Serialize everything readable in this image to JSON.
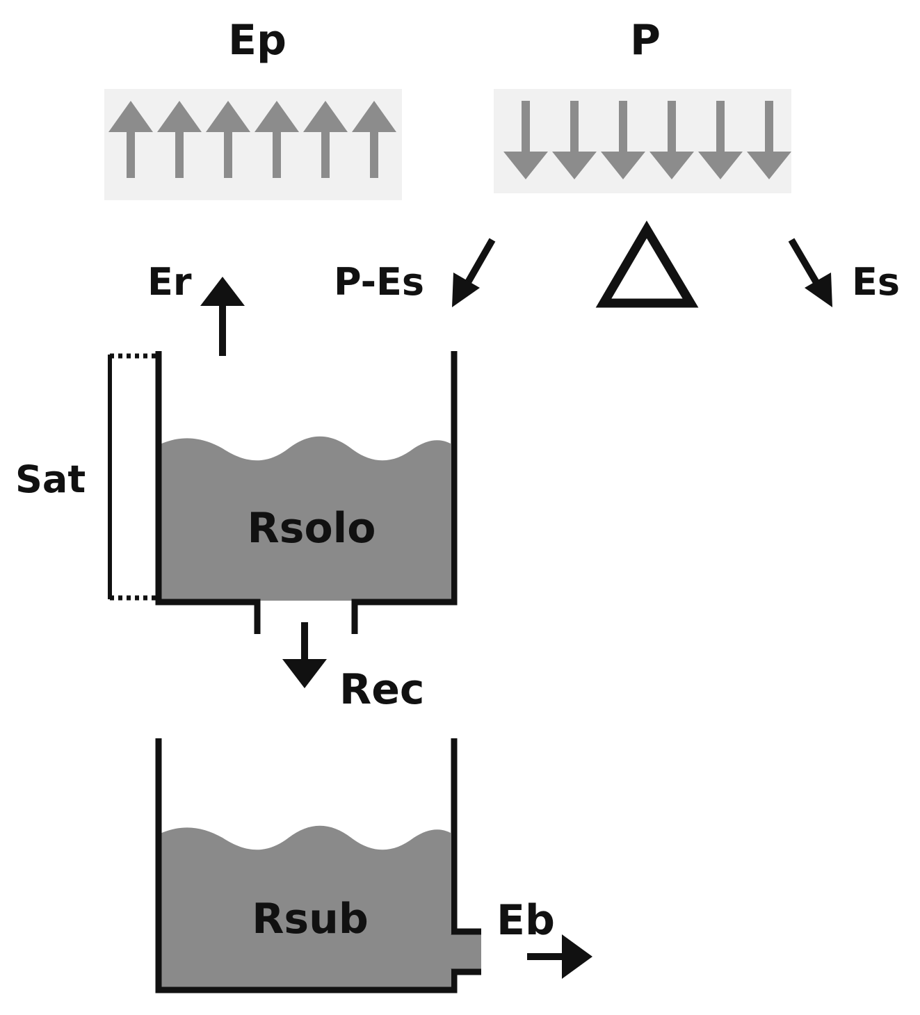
{
  "diagram": {
    "labels": {
      "ep": "Ep",
      "p": "P",
      "er": "Er",
      "p_es": "P-Es",
      "delta": "△",
      "es": "Es",
      "sat": "Sat",
      "rsolo": "Rsolo",
      "rec": "Rec",
      "rsub": "Rsub",
      "eb": "Eb"
    },
    "colors": {
      "water": "#8a8a8a",
      "outline": "#111111",
      "flux_arrows": "#8c8c8c",
      "flux_band": "#f1f1f1"
    }
  }
}
